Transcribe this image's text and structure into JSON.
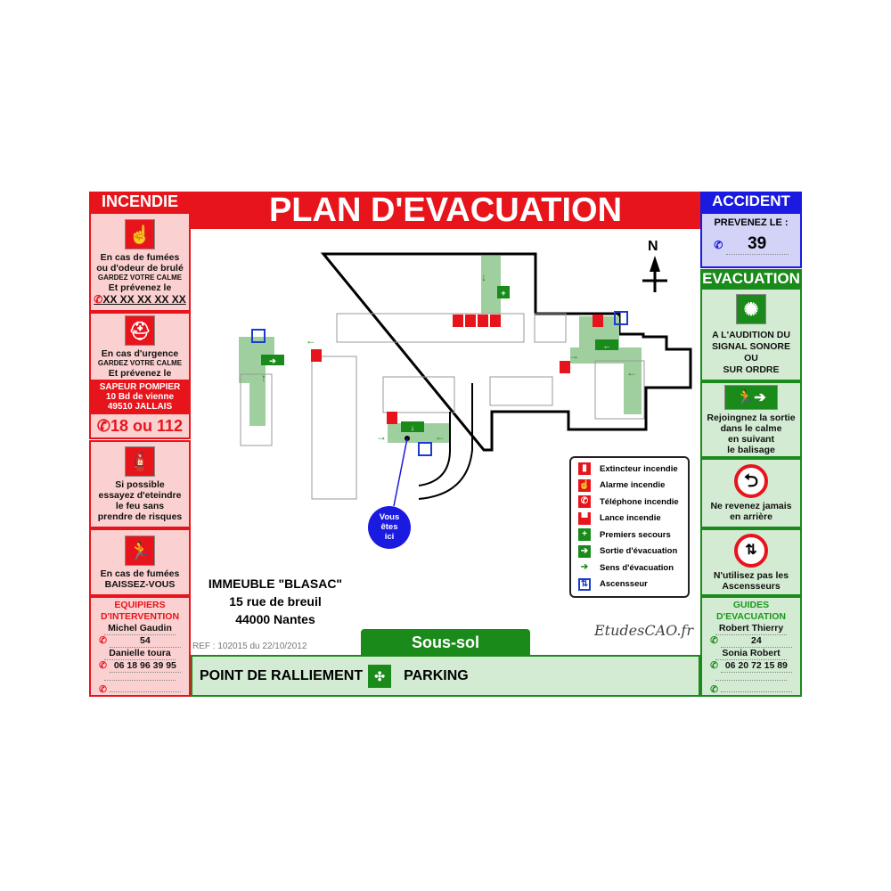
{
  "title": "PLAN D'EVACUATION",
  "incendie": {
    "header": "INCENDIE",
    "box1": {
      "icon": "fire-alarm-button-icon",
      "line1": "En cas de fumées",
      "line2": "ou d'odeur de brulé",
      "line3": "GARDEZ VOTRE CALME",
      "line4": "Et prévenez le",
      "phone": "XX XX XX XX XX"
    },
    "box2": {
      "icon": "firefighter-helmet-icon",
      "line1": "En cas d'urgence",
      "line2": "GARDEZ VOTRE CALME",
      "line3": "Et prévenez le"
    },
    "pompier": {
      "line1": "SAPEUR POMPIER",
      "line2": "10 Bd de vienne",
      "line3": "49510 JALLAIS"
    },
    "emergency_number": "18 ou 112",
    "box3": {
      "icon": "fire-extinguisher-icon",
      "line1": "Si possible",
      "line2": "essayez d'eteindre",
      "line3": "le feu sans",
      "line4": "prendre de risques"
    },
    "box4": {
      "icon": "crouch-under-smoke-icon",
      "line1": "En cas de fumées",
      "line2": "BAISSEZ-VOUS"
    },
    "equipiers": {
      "title1": "EQUIPIERS",
      "title2": "D'INTERVENTION",
      "name1": "Michel Gaudin",
      "phone1": "54",
      "name2": "Danielle toura",
      "phone2": "06 18 96 39 95"
    }
  },
  "accident": {
    "header": "ACCIDENT",
    "label": "PREVENEZ LE :",
    "number": "39"
  },
  "evacuation": {
    "header": "EVACUATION",
    "box1": {
      "icon": "alarm-signal-icon",
      "line1": "A L'AUDITION DU",
      "line2": "SIGNAL SONORE",
      "line3": "OU",
      "line4": "SUR ORDRE"
    },
    "box2": {
      "icon": "emergency-exit-icon",
      "line1": "Rejoingnez la sortie",
      "line2": "dans le calme",
      "line3": "en suivant",
      "line4": "le balisage"
    },
    "box3": {
      "icon": "no-turning-back-icon",
      "line1": "Ne revenez jamais",
      "line2": "en arrière"
    },
    "box4": {
      "icon": "no-elevator-icon",
      "line1": "N'utilisez pas les",
      "line2": "Ascensseurs"
    },
    "guides": {
      "title1": "GUIDES",
      "title2": "D'EVACUATION",
      "name1": "Robert Thierry",
      "phone1": "24",
      "name2": "Sonia Robert",
      "phone2": "06 20 72 15 89"
    }
  },
  "compass": "N",
  "you_are_here": {
    "line1": "Vous",
    "line2": "êtes",
    "line3": "ici"
  },
  "legend": [
    {
      "icon": "extinguisher-icon",
      "label": "Extincteur incendie",
      "color": "#e8141c"
    },
    {
      "icon": "alarm-icon",
      "label": "Alarme incendie",
      "color": "#e8141c"
    },
    {
      "icon": "phone-icon",
      "label": "Téléphone incendie",
      "color": "#e8141c"
    },
    {
      "icon": "fire-hose-icon",
      "label": "Lance incendie",
      "color": "#e8141c"
    },
    {
      "icon": "first-aid-icon",
      "label": "Premiers secours",
      "color": "#1a8a1a"
    },
    {
      "icon": "exit-sign-icon",
      "label": "Sortie d'évacuation",
      "color": "#1a8a1a"
    },
    {
      "icon": "arrow-icon",
      "label": "Sens d'évacuation",
      "color": "#1a8a1a"
    },
    {
      "icon": "elevator-icon",
      "label": "Ascensseur",
      "color": "#1a3ccc"
    }
  ],
  "building": {
    "name": "IMMEUBLE \"BLASAC\"",
    "street": "15 rue de breuil",
    "city": "44000 Nantes"
  },
  "ref": "REF : 102015 du 22/10/2012",
  "floor": "Sous-sol",
  "logo": "EtudesCAO.fr",
  "rally": {
    "label": "POINT DE RALLIEMENT",
    "place": "PARKING"
  },
  "colors": {
    "red": "#e8141c",
    "green": "#1a8a1a",
    "blue": "#1a1ae0",
    "pink": "#fbd0d0",
    "light_green": "#d3ebd3",
    "corridor": "#9fcf9f"
  }
}
